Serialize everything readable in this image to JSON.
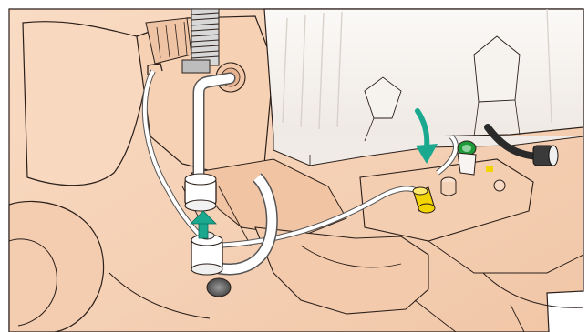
{
  "illustration": {
    "colors": {
      "background": "#ffffff",
      "skin": "#f6d3b8",
      "skin_shadow": "#e9b897",
      "skin_dark": "#dca27f",
      "outline": "#2b1f1a",
      "cover": "#f7f4f1",
      "cover_shadow": "#e6e0da",
      "tube": "#ffffff",
      "tube_outline": "#555555",
      "arrow": "#1aa98f",
      "connector_yellow": "#f2d400",
      "connector_green": "#1f9a3a",
      "cable": "#2a2a2a",
      "spring": "#cfcfcf"
    },
    "elements": [
      "skin-panel",
      "white-cover",
      "corrugated-spring",
      "tubing",
      "top-connector",
      "bottom-connector",
      "yellow-connector",
      "insert-arrow-teal",
      "insert-arrow-pointer",
      "black-cable"
    ]
  }
}
